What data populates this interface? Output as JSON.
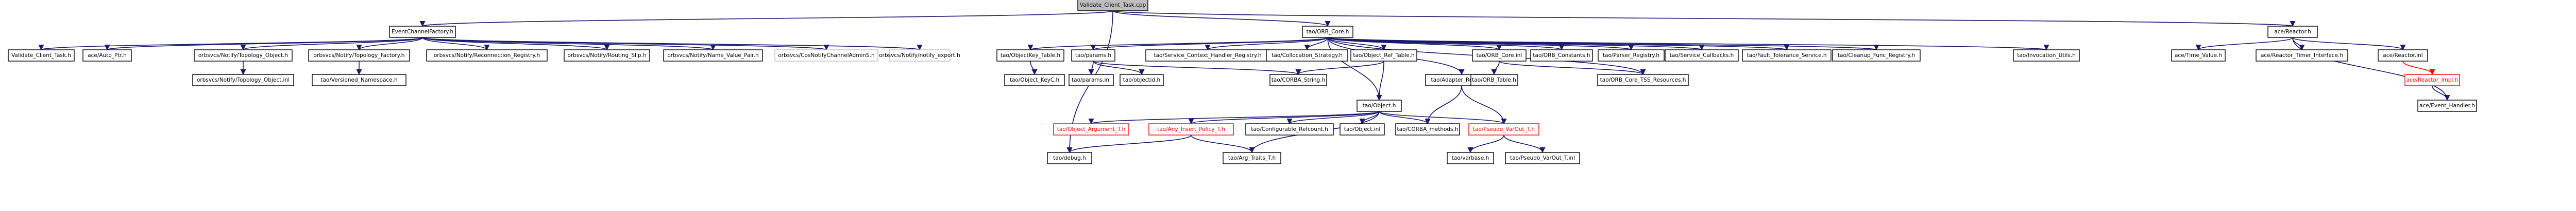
{
  "nodes": {
    "root": "Validate_Client_Task.cpp",
    "event_channel_factory": "EventChannelFactory.h",
    "validate_client_task_h": "Validate_Client_Task.h",
    "auto_ptr": "ace/Auto_Ptr.h",
    "notify_topology_object": "orbsvcs/Notify/Topology_Object.h",
    "notify_topology_factory": "orbsvcs/Notify/Topology_Factory.h",
    "notify_reconnection_registry": "orbsvcs/Notify/Reconnection_Registry.h",
    "notify_routing_slip": "orbsvcs/Notify/Routing_Slip.h",
    "notify_name_value_pair": "orbsvcs/Notify/Name_Value_Pair.h",
    "cos_notify_channel_admin": "orbsvcs/CosNotifyChannelAdminS.h",
    "notify_export": "orbsvcs/Notify/notify_export.h",
    "notify_topology_object_inl": "orbsvcs/Notify/Topology_Object.inl",
    "versioned_namespace": "tao/Versioned_Namespace.h",
    "orb_core": "tao/ORB_Core.h",
    "object_key_table": "tao/ObjectKey_Table.h",
    "object_key": "tao/Object_KeyC.h",
    "params_h": "tao/params.h",
    "params_inl": "tao/params.inl",
    "objectid_hash": "tao/objectid.h",
    "service_context_handler_registry": "tao/Service_Context_Handler_Registry.h",
    "collocation_strategy": "tao/Collocation_Strategy.h",
    "object_ref_table": "tao/Object_Ref_Table.h",
    "corba_string": "tao/CORBA_String.h",
    "object_h": "tao/Object.h",
    "object_argument_t": "tao/Object_Argument_T.h",
    "any_insert_policy": "tao/Any_Insert_Policy_T.h",
    "arg_traits": "tao/Arg_Traits_T.h",
    "debug": "tao/debug.h",
    "configurable_refcount": "tao/Configurable_Refcount.h",
    "object_inl": "tao/Object.inl",
    "corba_methods": "tao/CORBA_methods.h",
    "pseudo_varout": "tao/Pseudo_VarOut_T.h",
    "varbase": "tao/varbase.h",
    "pseudo_varout_inl": "tao/Pseudo_VarOut_T.inl",
    "adapter_registry": "tao/Adapter_Registry.h",
    "orb_core_inl": "tao/ORB_Core.inl",
    "orb_table": "tao/ORB_Table.h",
    "orb_constants": "tao/ORB_Constants.h",
    "parser_registry": "tao/Parser_Registry.h",
    "service_callbacks": "tao/Service_Callbacks.h",
    "fault_tolerance_service": "tao/Fault_Tolerance_Service.h",
    "cleanup_func_registry": "tao/Cleanup_Func_Registry.h",
    "invocation_utils": "tao/Invocation_Utils.h",
    "orb_core_tss_resources": "tao/ORB_Core_TSS_Resources.h",
    "reactor_h": "ace/Reactor.h",
    "time_value": "ace/Time_Value.h",
    "reactor_timer_interface": "ace/Reactor_Timer_Interface.h",
    "reactor_inl": "ace/Reactor.inl",
    "reactor_impl": "ace/Reactor_Impl.h",
    "event_handler": "ace/Event_Handler.h"
  },
  "colors": {
    "edge": "#191970",
    "edge_highlight": "#ff0000",
    "root_fill": "#bfbfbf",
    "node_border": "#000000",
    "node_border_missing": "#bfbfbf",
    "node_border_truncated": "#ff0000"
  }
}
